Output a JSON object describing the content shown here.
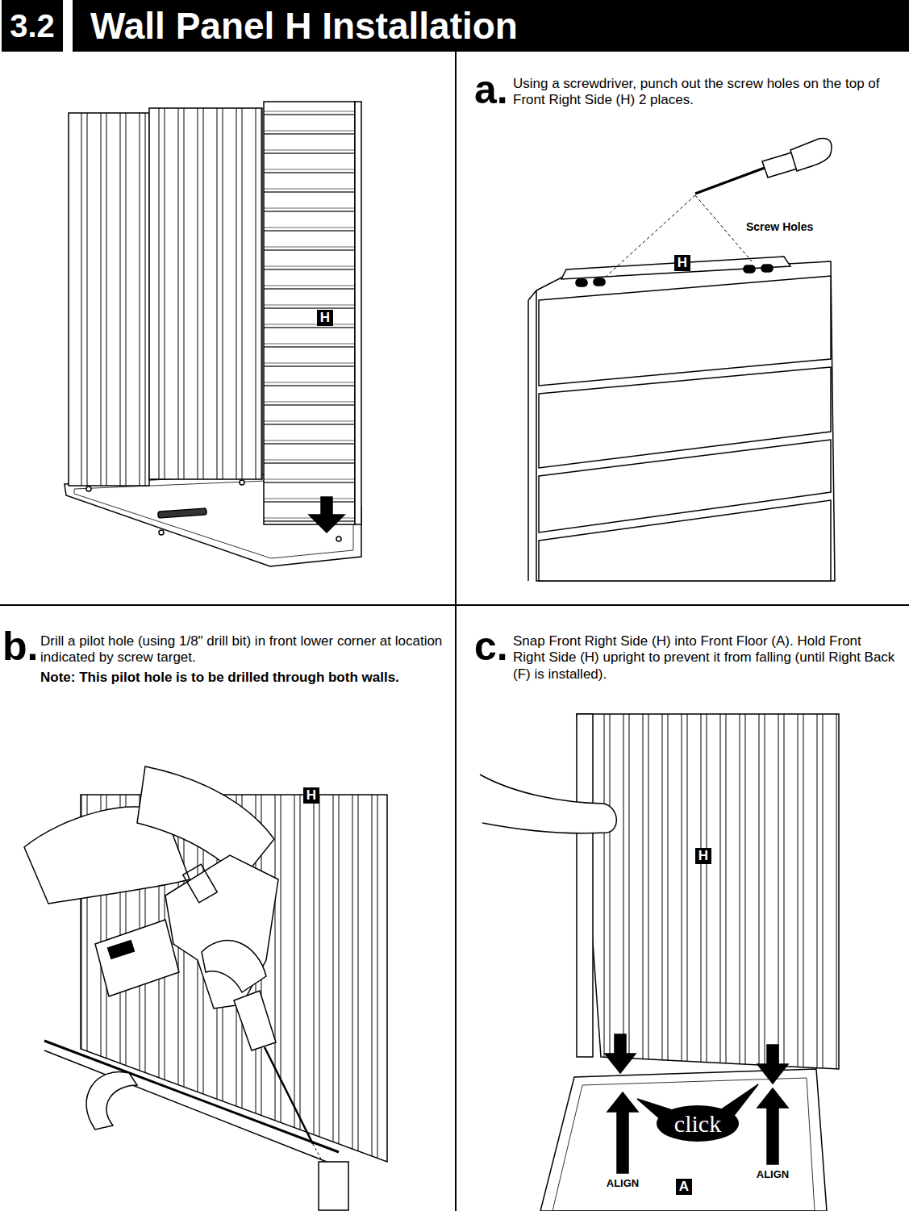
{
  "diagram": {
    "title": "Wall Panel H Installation",
    "nodes": [
      {
        "text": [
          "3.2"
        ]
      },
      {
        "text": [
          "H"
        ]
      },
      {
        "text": [
          "H"
        ]
      },
      {
        "text": [
          "H"
        ]
      },
      {
        "text": [
          "H"
        ]
      },
      {
        "text": [
          "click"
        ]
      },
      {
        "text": [
          "A"
        ]
      }
    ],
    "labels": [
      "a.",
      "Using a screwdriver, punch out the screw holes on the top of Front Right Side (H) 2 places.",
      "Screw Holes",
      "b.",
      "Drill a pilot hole (using 1/8\" drill bit) in front lower corner at location indicated by screw target.",
      "Note: This pilot hole is to be drilled through both walls.",
      "c.",
      "Snap Front Right Side (H) into Front Floor (A). Hold Front Right Side (H) upright to prevent it from falling (until Right Back (F) is installed).",
      "ALIGN",
      "ALIGN"
    ]
  }
}
